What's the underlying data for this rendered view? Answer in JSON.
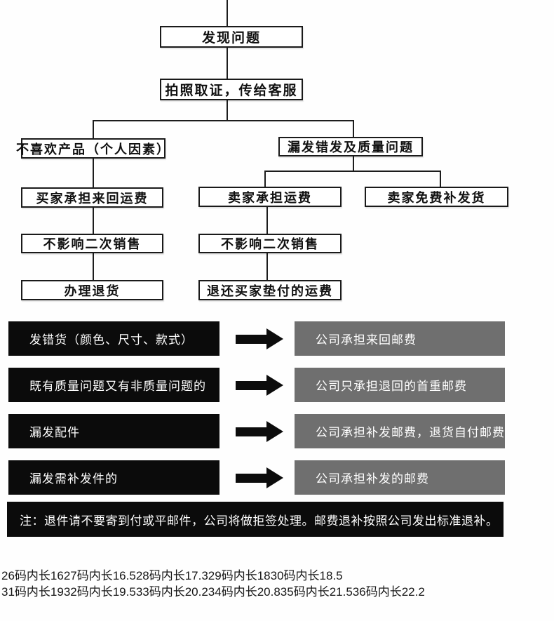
{
  "flowchart": {
    "step_found": "发现问题",
    "step_photo": "拍照取证，传给客服",
    "branch_dislike": {
      "title": "不喜欢产品（个人因素）",
      "step1": "买家承担来回运费",
      "step2": "不影响二次销售",
      "step3": "办理退货"
    },
    "branch_problem": {
      "title": "漏发错发及质量问题",
      "seller_ship": {
        "step1": "卖家承担运费",
        "step2": "不影响二次销售",
        "step3": "退还买家垫付的运费"
      },
      "seller_resend": "卖家免费补发货"
    }
  },
  "policy_rows": [
    {
      "cause": "发错货（颜色、尺寸、款式）",
      "resolution": "公司承担来回邮费"
    },
    {
      "cause": "既有质量问题又有非质量问题的",
      "resolution": "公司只承担退回的首重邮费"
    },
    {
      "cause": "漏发配件",
      "resolution": "公司承担补发邮费，退货自付邮费"
    },
    {
      "cause": "漏发需补发件的",
      "resolution": "公司承担补发的邮费"
    }
  ],
  "note": "注：退件请不要寄到付或平邮件，公司将做拒签处理。邮费退补按照公司发出标准退补。",
  "size_chart": {
    "line1": "26码内长1627码内长16.528码内长17.329码内长1830码内长18.5",
    "line2": "31码内长1932码内长19.533码内长20.234码内长20.835码内长21.536码内长22.2"
  },
  "colors": {
    "cause_box": "#0b0b0b",
    "result_box": "#6f6f6f",
    "line": "#1c1c1c",
    "note_bar": "#0b0b0b"
  }
}
